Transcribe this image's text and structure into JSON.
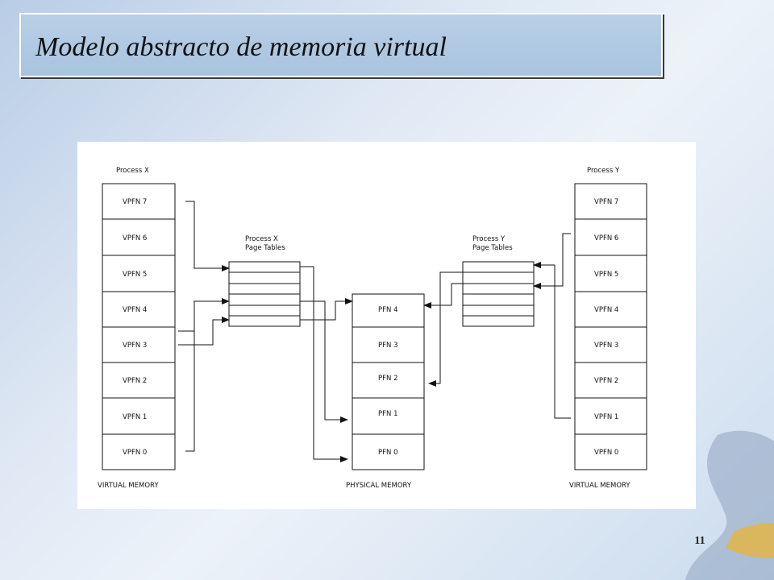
{
  "slide": {
    "title": "Modelo abstracto de memoria virtual",
    "number": "11"
  },
  "diagram": {
    "process_x": {
      "label": "Process X",
      "cells": [
        "VPFN 7",
        "VPFN 6",
        "VPFN 5",
        "VPFN 4",
        "VPFN 3",
        "VPFN 2",
        "VPFN 1",
        "VPFN 0"
      ],
      "footer": "VIRTUAL MEMORY"
    },
    "process_y": {
      "label": "Process Y",
      "cells": [
        "VPFN 7",
        "VPFN 6",
        "VPFN 5",
        "VPFN 4",
        "VPFN 3",
        "VPFN 2",
        "VPFN 1",
        "VPFN 0"
      ],
      "footer": "VIRTUAL MEMORY"
    },
    "page_tables_x": {
      "line1": "Process X",
      "line2": "Page Tables"
    },
    "page_tables_y": {
      "line1": "Process Y",
      "line2": "Page Tables"
    },
    "physical": {
      "cells": [
        "PFN 4",
        "PFN 3",
        "PFN 2",
        "PFN 1",
        "PFN 0"
      ],
      "footer": "PHYSICAL MEMORY"
    }
  }
}
